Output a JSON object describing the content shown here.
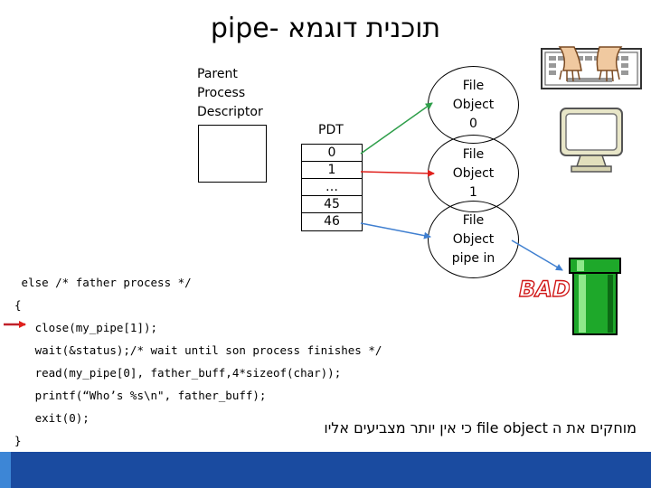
{
  "title": "תוכנית דוגמא -pipe",
  "parent_process_descriptor_label": "Parent\nProcess\nDescriptor",
  "pdt": {
    "label": "PDT",
    "rows": [
      "0",
      "1",
      "…",
      "45",
      "46"
    ]
  },
  "file_objects": [
    "File\nObject\n0",
    "File\nObject\n1",
    "File\nObject\npipe in"
  ],
  "arrow_colors": {
    "fd0": "#2e9e4a",
    "fd1": "#e0201c",
    "fd46": "#3f7fd0",
    "pointer": "#c0202a"
  },
  "code_lines": [
    " else /* father process */",
    "{",
    "   close(my_pipe[1]);",
    "   wait(&status);/* wait until son process finishes */",
    "   read(my_pipe[0], father_buff,4*sizeof(char));",
    "   printf(“Who’s %s\\n\", father_buff);",
    "   exit(0);",
    "}"
  ],
  "footer_text": "מוחקים את ה file object כי אין יותר מצביעים אליו",
  "bad_stamp_text": "BAD",
  "icons": [
    "keyboard-hands-icon",
    "monitor-icon",
    "pipe-icon"
  ]
}
